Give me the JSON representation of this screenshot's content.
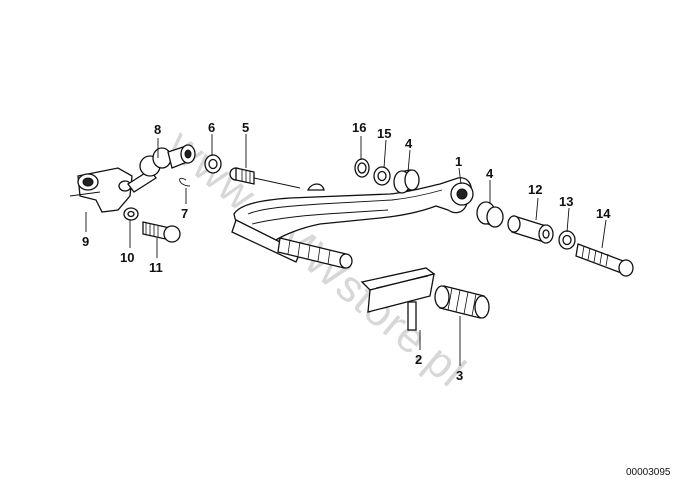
{
  "watermark": "www.BMWstore.pl",
  "diagram_ref": "00003095",
  "labels": {
    "p1": "1",
    "p2": "2",
    "p3": "3",
    "p4a": "4",
    "p4b": "4",
    "p5": "5",
    "p6": "6",
    "p7": "7",
    "p8": "8",
    "p9": "9",
    "p10": "10",
    "p11": "11",
    "p12": "12",
    "p13": "13",
    "p14": "14",
    "p15": "15",
    "p16": "16"
  }
}
